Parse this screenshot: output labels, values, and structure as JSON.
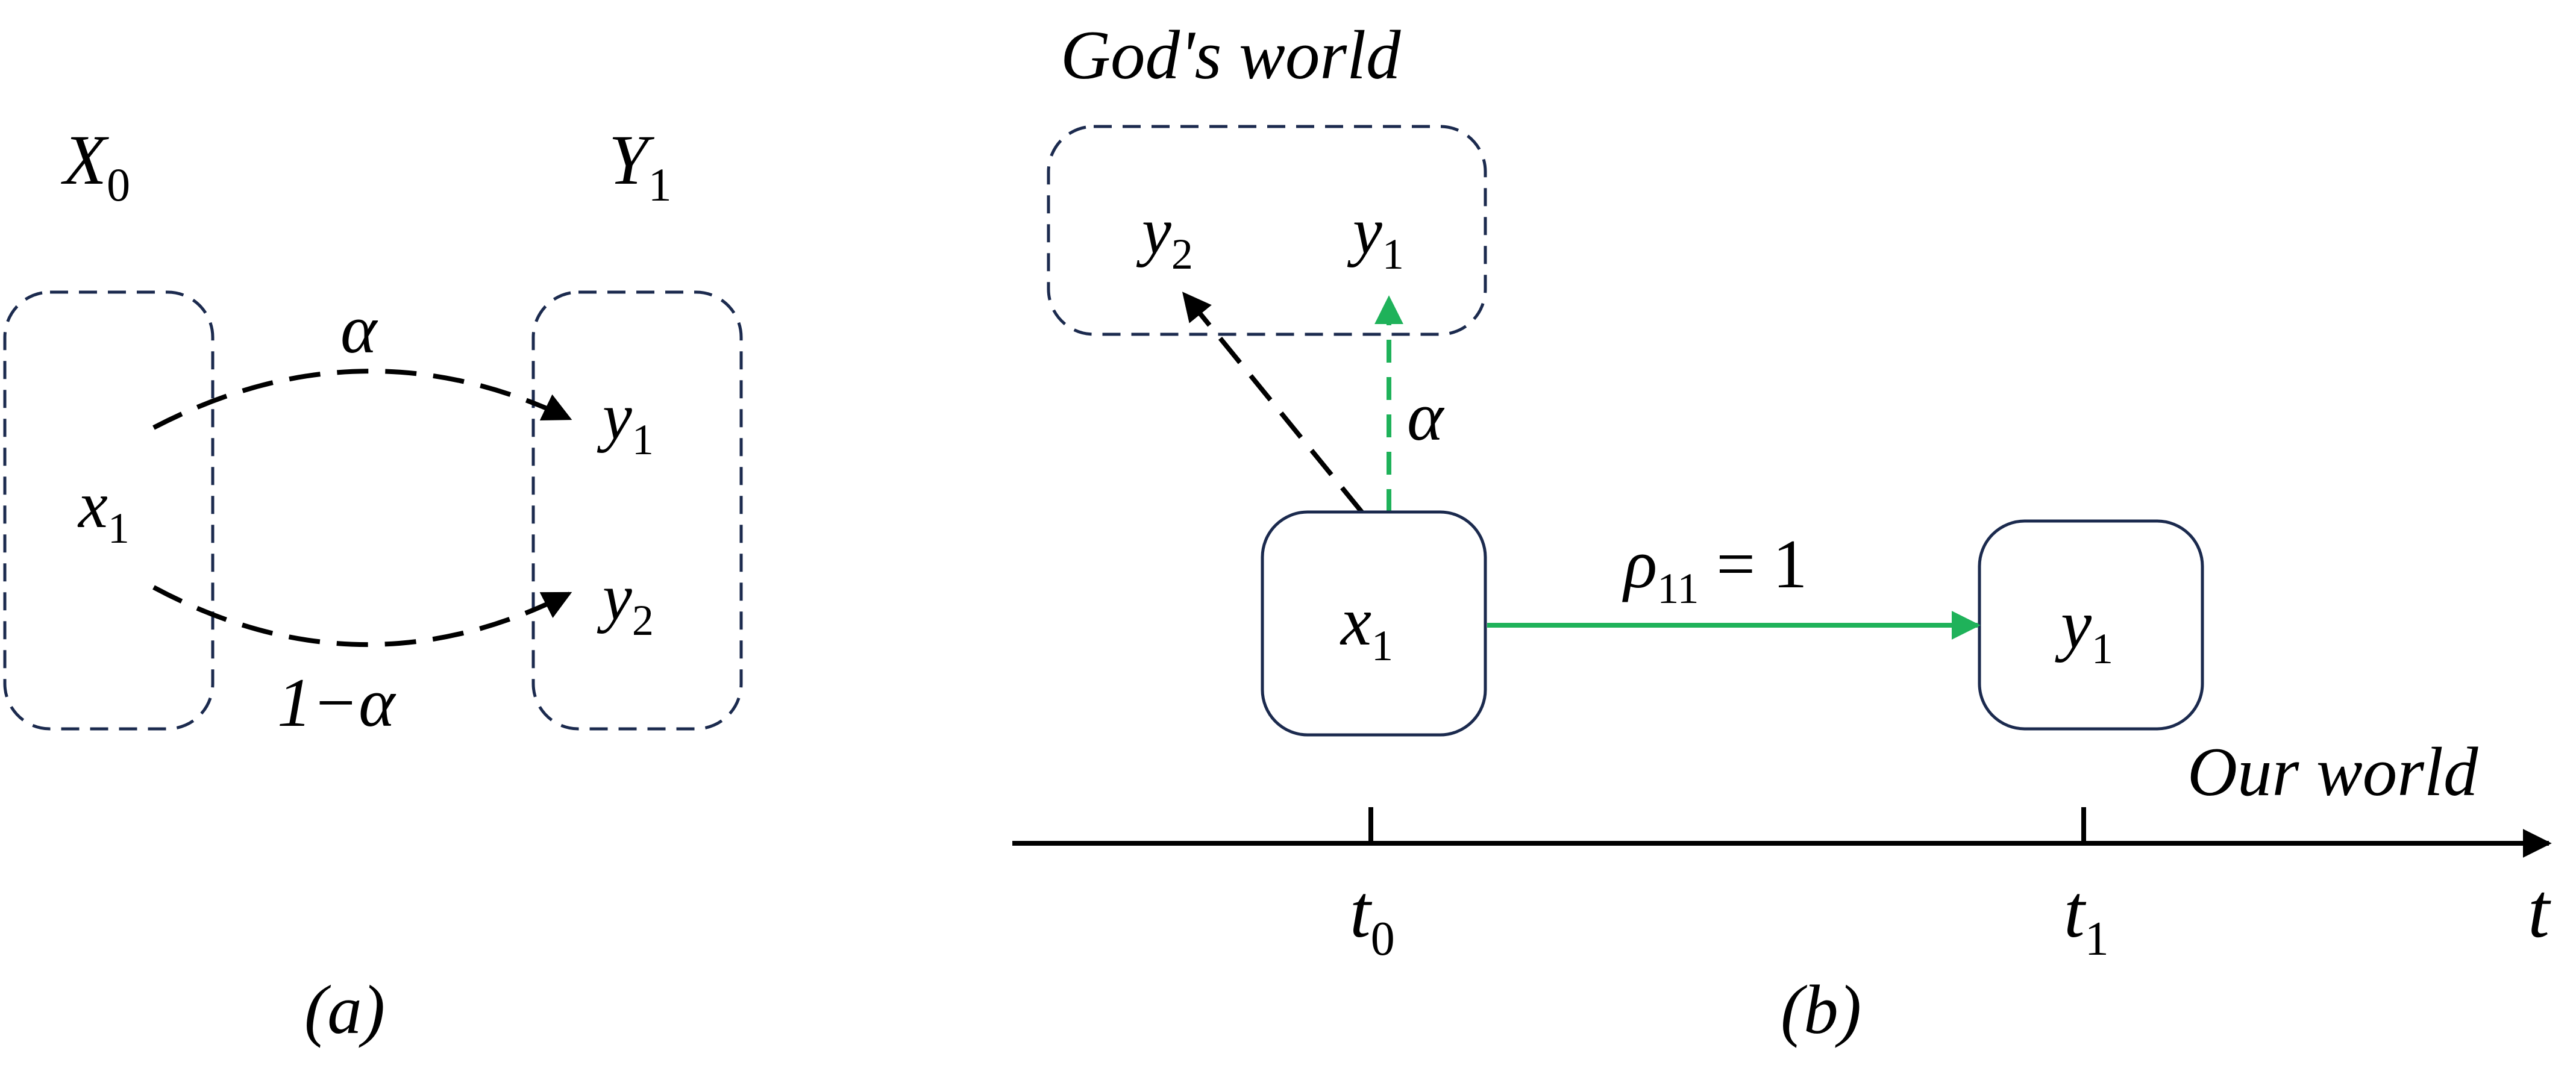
{
  "panel_a": {
    "set_x_name": "X",
    "set_x_sub": "0",
    "set_y_name": "Y",
    "set_y_sub": "1",
    "node_x1_name": "x",
    "node_x1_sub": "1",
    "node_y1_name": "y",
    "node_y1_sub": "1",
    "node_y2_name": "y",
    "node_y2_sub": "2",
    "edge_top_label": "α",
    "edge_bottom_label": "1−α",
    "caption": "(a)"
  },
  "panel_b": {
    "gods_world_label": "God's world",
    "our_world_label": "Our world",
    "node_y2_name": "y",
    "node_y2_sub": "2",
    "node_y1_top_name": "y",
    "node_y1_top_sub": "1",
    "node_x1_name": "x",
    "node_x1_sub": "1",
    "node_y1_name": "y",
    "node_y1_sub": "1",
    "alpha_label": "α",
    "rho_name": "ρ",
    "rho_sub": "11",
    "rho_value": " = 1",
    "tick_t0_name": "t",
    "tick_t0_sub": "0",
    "tick_t1_name": "t",
    "tick_t1_sub": "1",
    "axis_label": "t",
    "caption": "(b)"
  },
  "colors": {
    "box_stroke": "#1b2a4e",
    "green": "#1fb25a",
    "black": "#000000"
  }
}
